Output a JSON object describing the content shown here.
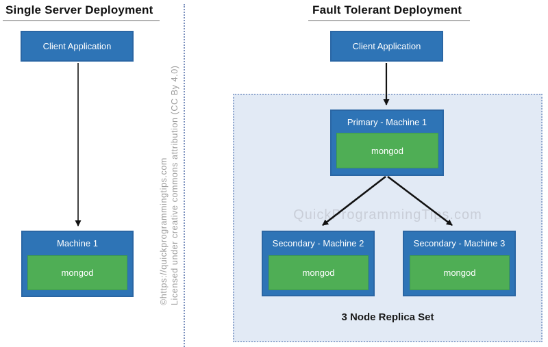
{
  "left_panel": {
    "title": "Single Server Deployment",
    "client_box": {
      "label": "Client Application"
    },
    "machine_box": {
      "title": "Machine 1",
      "process": "mongod"
    }
  },
  "right_panel": {
    "title": "Fault Tolerant Deployment",
    "client_box": {
      "label": "Client Application"
    },
    "primary_box": {
      "title": "Primary - Machine 1",
      "process": "mongod"
    },
    "secondary_boxes": [
      {
        "title": "Secondary - Machine 2",
        "process": "mongod"
      },
      {
        "title": "Secondary - Machine 3",
        "process": "mongod"
      }
    ],
    "watermark": "QuickProgrammingTips.com",
    "caption": "3 Node Replica Set"
  },
  "copyright": {
    "line1": "©https://quickprogrammingtips.com",
    "line2": "Licensed under creative commons attribution (CC By 4.0)"
  },
  "colors": {
    "node_blue": "#2e74b6",
    "node_blue_border": "#2a66a4",
    "process_green": "#4fae55",
    "process_green_border": "#3d9a4b",
    "container_bg": "#e2eaf5",
    "container_border": "#93a9cf",
    "arrow": "#111111",
    "title_rule": "#b3b3b3",
    "watermark_gray": "#c9ced8"
  }
}
